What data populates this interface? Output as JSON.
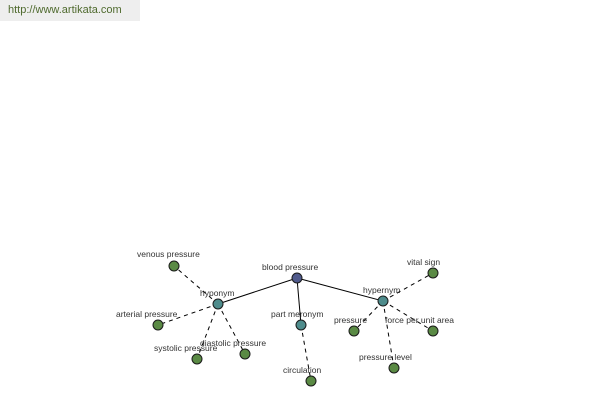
{
  "header": {
    "site_url": "http://www.artikata.com"
  },
  "colors": {
    "root_node": "#505a8c",
    "relation_node": "#4e8c8c",
    "term_node": "#5a8a44",
    "link_text": "#4f6a2e"
  },
  "graph": {
    "root": "blood pressure",
    "relations": {
      "hyponym": "hyponym",
      "part_meronym": "part meronym",
      "hypernym": "hypernym"
    },
    "terms": {
      "venous_pressure": "venous pressure",
      "arterial_pressure": "arterial pressure",
      "systolic_pressure": "systolic pressure",
      "diastolic_pressure": "diastolic pressure",
      "circulation": "circulation",
      "vital_sign": "vital sign",
      "pressure": "pressure",
      "force_per_unit_area": "force per unit area",
      "pressure_level": "pressure level"
    }
  }
}
